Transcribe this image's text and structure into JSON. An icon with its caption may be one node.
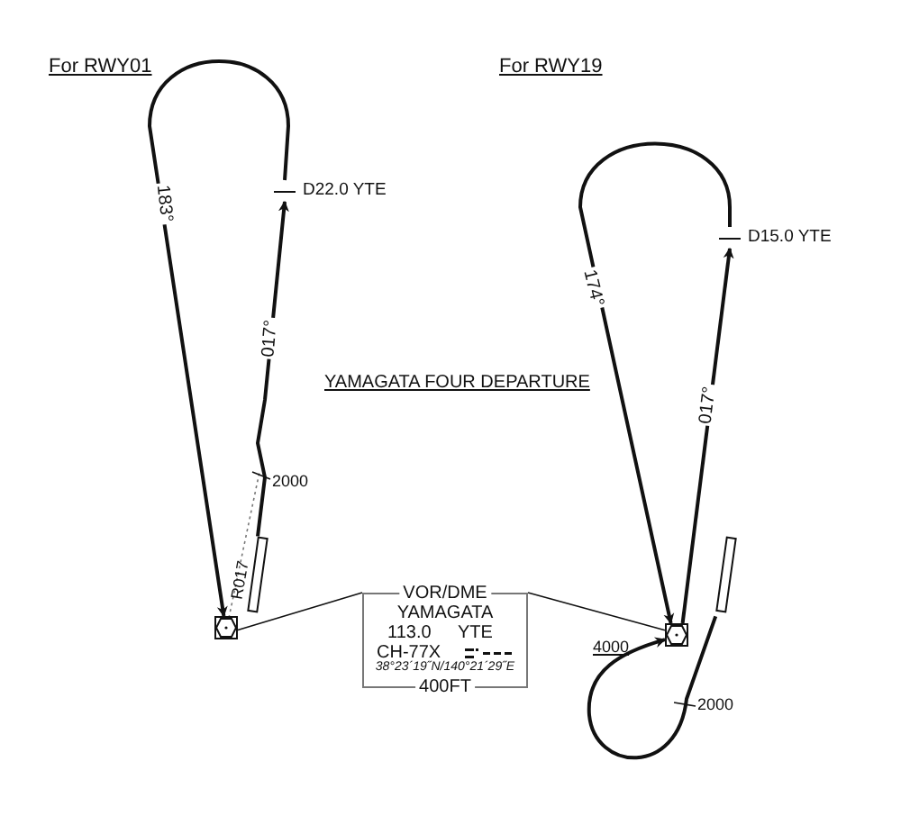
{
  "diagram": {
    "title": "YAMAGATA FOUR DEPARTURE",
    "nodes": [
      {
        "text": [
          "D22.0 YTE"
        ]
      },
      {
        "text": [
          "D15.0 YTE"
        ]
      },
      {
        "text": [],
        "shape": "box"
      },
      {
        "text": [],
        "shape": "box"
      },
      {
        "text": [],
        "shape": "hexagon"
      },
      {
        "text": [
          "VOR/DME",
          "YAMAGATA",
          "113.0",
          "YTE",
          "CH-77X",
          "38°23´19˝N/140°21´29˝E",
          "400FT"
        ]
      },
      {
        "text": [],
        "shape": "hexagon"
      }
    ],
    "edges": [
      {
        "from": 2,
        "to": 0,
        "arrow": "to",
        "label": "017°"
      },
      {
        "from": 0,
        "to": 4,
        "arrow": "to",
        "label": "183°"
      },
      {
        "from": 3,
        "to": 6,
        "arrow": "to"
      },
      {
        "from": 6,
        "to": 1,
        "arrow": "to",
        "label": "017°"
      },
      {
        "from": 1,
        "to": 6,
        "arrow": "to",
        "label": "174°"
      },
      {
        "from": 5,
        "to": 4,
        "arrow": "none"
      },
      {
        "from": 5,
        "to": 6,
        "arrow": "none"
      }
    ],
    "labels": [
      "For RWY01",
      "For RWY19",
      "2000",
      "R017",
      "4000",
      "2000"
    ]
  }
}
